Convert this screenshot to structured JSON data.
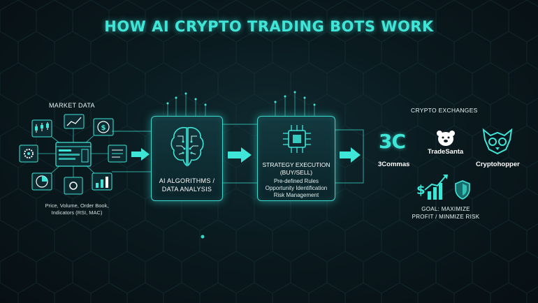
{
  "title": "HOW AI CRYPTO TRADING BOTS WORK",
  "market": {
    "title": "MARKET DATA",
    "caption_lines": [
      "Price, Volume, Order Book,",
      "Indicators (RSI, MAC)"
    ],
    "icons": [
      "candlestick-chart-icon",
      "dollar-coin-icon",
      "line-chart-icon",
      "settings-gear-icon",
      "order-book-icon",
      "bar-chart-icon",
      "pie-chart-icon",
      "dashboard-window-icon"
    ]
  },
  "ai_box": {
    "lines": [
      "AI ALGORITHMS /",
      "DATA ANALYSIS"
    ],
    "icon": "brain-circuit-icon"
  },
  "strategy_box": {
    "heading_lines": [
      "STRATEGY EXECUTION",
      "(BUY/SELL)"
    ],
    "items": [
      "Pre-defined Rules",
      "Opportunity Identification",
      "Risk Management"
    ],
    "icon": "microchip-icon"
  },
  "exchanges": {
    "title": "CRYPTO EXCHANGES",
    "items": [
      {
        "name": "3Commas",
        "logo": "3C"
      },
      {
        "name": "TradeSanta",
        "logo": "bear-logo-icon"
      },
      {
        "name": "Cryptohopper",
        "logo": "owl-logo-icon"
      }
    ]
  },
  "goal": {
    "lines": [
      "GOAL: MAXIMIZE",
      "PROFIT / MINMIZE RISK"
    ],
    "icons": [
      "rising-dollar-chart-icon",
      "shield-check-icon"
    ]
  },
  "colors": {
    "accent": "#3fe6d8",
    "background": "#0a1a1f",
    "text": "#ffffff"
  }
}
